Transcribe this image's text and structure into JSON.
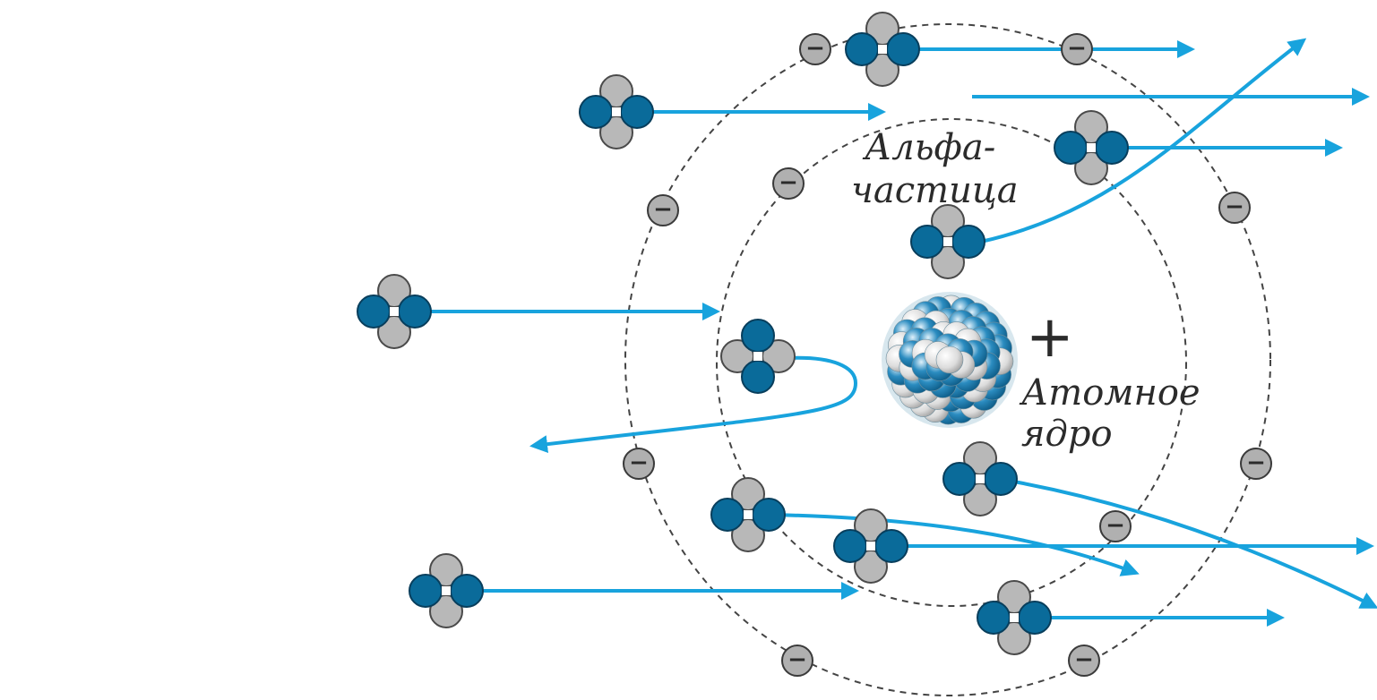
{
  "labels": {
    "alpha_line1": "Альфа-",
    "alpha_line2": "частица",
    "nucleus_line1": "Атомное",
    "nucleus_line2": "ядро",
    "plus_sign": "+",
    "electron_sign": "−"
  },
  "colors": {
    "trajectory": "#18a3dd",
    "proton": "#0a6b9a",
    "neutron": "#b8b8b8",
    "electron": "#b0b0b0",
    "orbit": "#444444",
    "text": "#2b2b2b"
  },
  "icons": {
    "alpha_particle": "alpha-particle-icon",
    "electron": "electron-icon",
    "nucleus": "nucleus-icon"
  }
}
